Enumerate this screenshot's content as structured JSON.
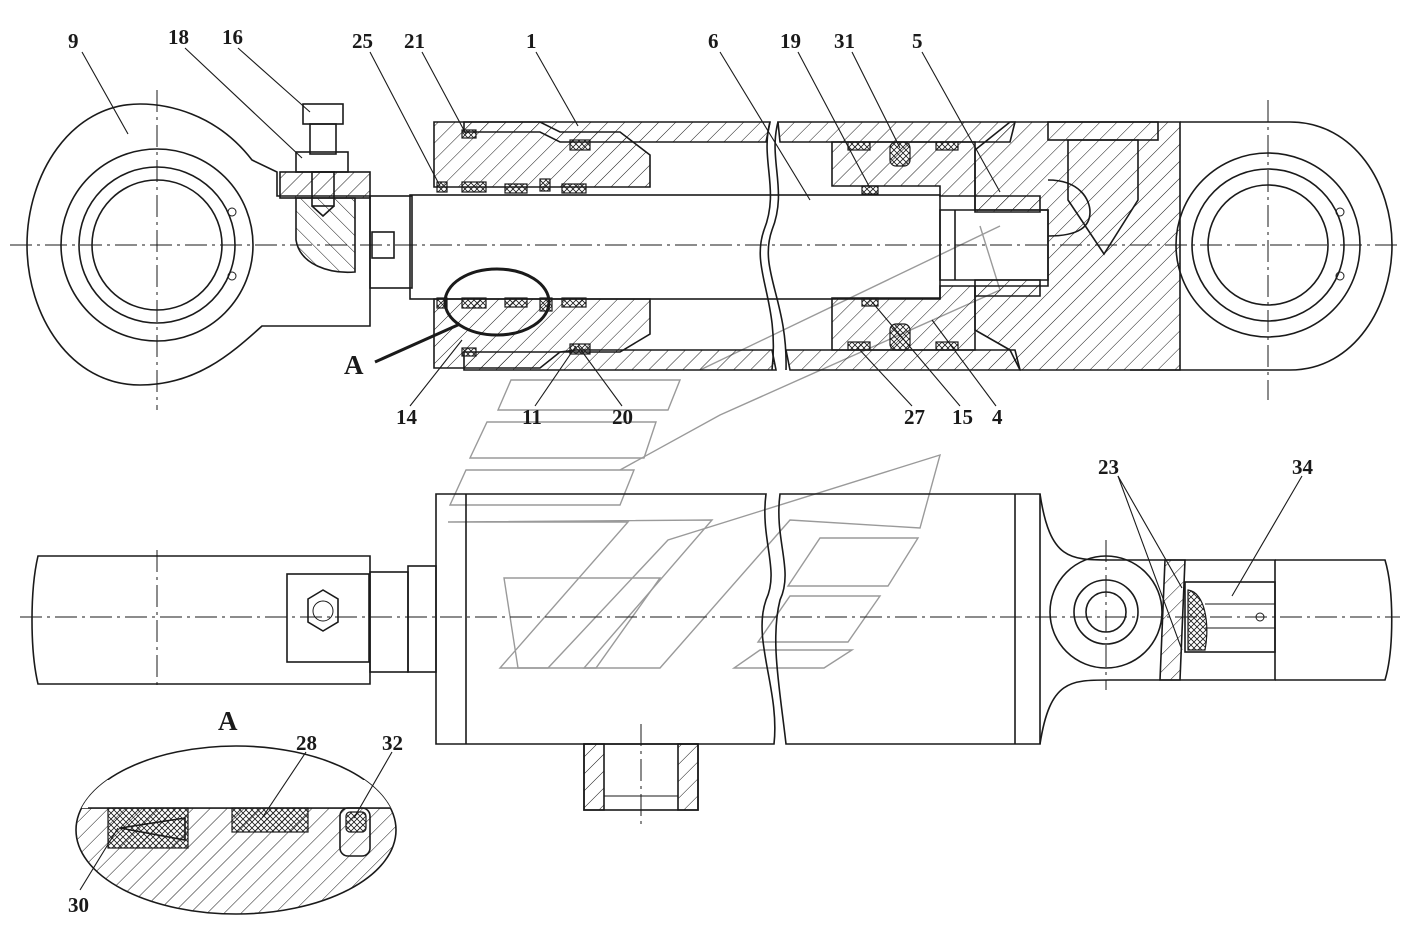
{
  "callouts": {
    "c9": "9",
    "c18": "18",
    "c16": "16",
    "c25": "25",
    "c21": "21",
    "c1": "1",
    "c6": "6",
    "c19": "19",
    "c31": "31",
    "c5": "5",
    "c14": "14",
    "c11": "11",
    "c20": "20",
    "c27": "27",
    "c15": "15",
    "c4": "4",
    "c23": "23",
    "c34": "34",
    "c28": "28",
    "c32": "32",
    "c30": "30"
  },
  "detail": {
    "marker": "A",
    "title": "A"
  },
  "colors": {
    "line": "#1a1a1a",
    "watermark": "#9a9a9a",
    "background": "#ffffff"
  }
}
